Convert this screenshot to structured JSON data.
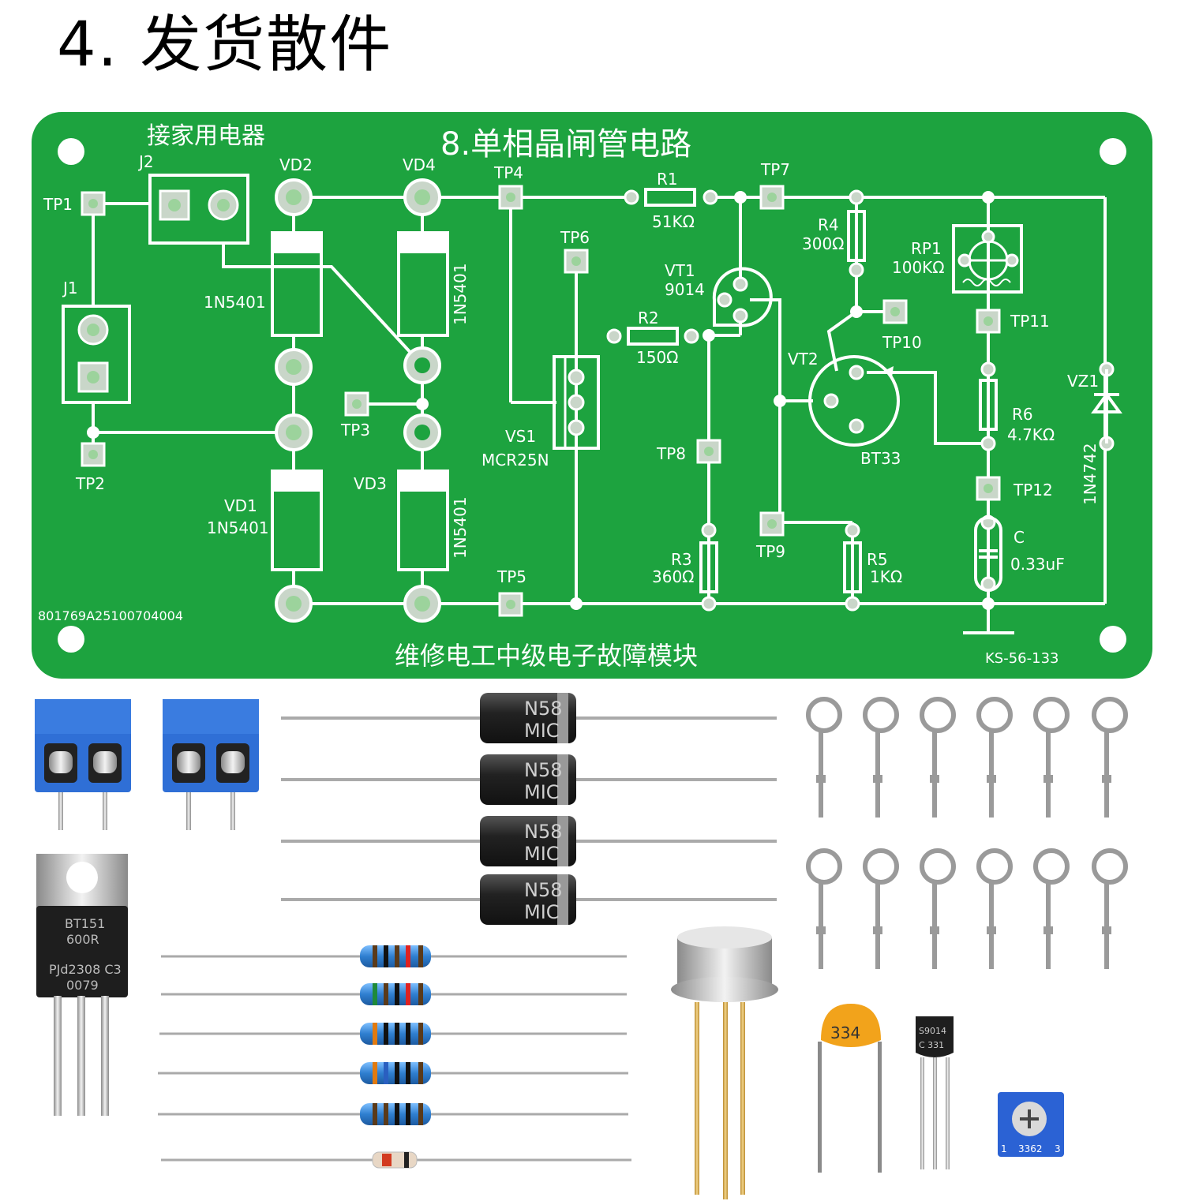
{
  "heading": "4. 发货散件",
  "board": {
    "title": "8.单相晶闸管电路",
    "subtitle": "维修电工中级电子故障模块",
    "load_label": "接家用电器",
    "serial": "801769A25100704004",
    "model": "KS-56-133",
    "labels": {
      "j1": "J1",
      "j2": "J2",
      "tp1": "TP1",
      "tp2": "TP2",
      "tp3": "TP3",
      "tp4": "TP4",
      "tp5": "TP5",
      "tp6": "TP6",
      "tp7": "TP7",
      "tp8": "TP8",
      "tp9": "TP9",
      "tp10": "TP10",
      "tp11": "TP11",
      "tp12": "TP12",
      "vd1": "VD1",
      "vd2": "VD2",
      "vd3": "VD3",
      "vd4": "VD4",
      "vd1_part": "1N5401",
      "vd2_part": "1N5401",
      "vd3_part": "1N5401",
      "vd4_part": "1N5401",
      "vs1": "VS1",
      "vs1_part": "MCR25N",
      "r1": "R1",
      "r1_val": "51KΩ",
      "r2": "R2",
      "r2_val": "150Ω",
      "r3": "R3",
      "r3_val": "360Ω",
      "r4": "R4",
      "r4_val": "300Ω",
      "r5": "R5",
      "r5_val": "1KΩ",
      "r6": "R6",
      "r6_val": "4.7KΩ",
      "rp1": "RP1",
      "rp1_val": "100KΩ",
      "vt1": "VT1",
      "vt1_part": "9014",
      "vt2": "VT2",
      "vt2_part": "BT33",
      "c": "C",
      "c_val": "0.33uF",
      "vz1": "VZ1",
      "vz1_part": "1N4742"
    }
  },
  "parts": {
    "diode_marking_1": "N58",
    "diode_marking_2": "MIC",
    "scr_line1": "BT151",
    "scr_line2": "600R",
    "scr_line3": "PJd2308 C3",
    "scr_line4": "0079",
    "capacitor_code": "334",
    "transistor_line1": "S9014",
    "transistor_line2": "C 331",
    "trimpot_code": "3362",
    "trimpot_pin1": "1",
    "trimpot_pin3": "3"
  },
  "colors": {
    "pcb": "#1da33f",
    "silk": "#ffffff",
    "terminal_blue": "#2f6fd6",
    "diode_body": "#2a2a2a",
    "resistor_body": "#3a8fd8",
    "capacitor": "#f2a31b",
    "trimpot": "#2b62d4"
  }
}
